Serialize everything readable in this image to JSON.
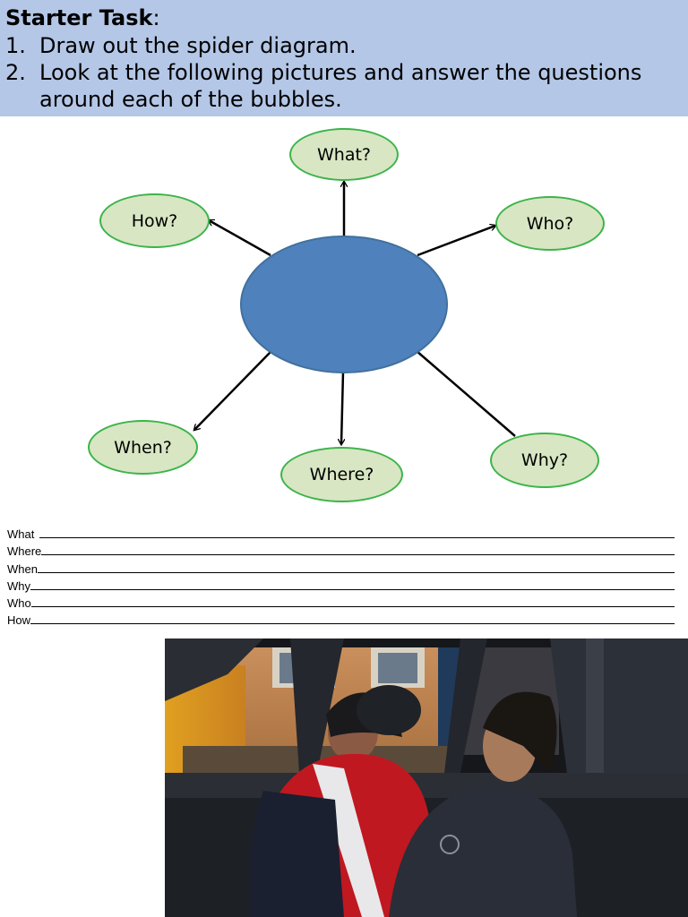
{
  "header": {
    "title": "Starter Task",
    "title_suffix": ":",
    "items": [
      {
        "num": "1.",
        "text": "Draw out the spider diagram."
      },
      {
        "num": "2.",
        "text": "Look at the following pictures and answer the questions"
      },
      {
        "num": "",
        "text": "around each of the bubbles."
      }
    ]
  },
  "diagram": {
    "bubbles": {
      "what": "What?",
      "who": "Who?",
      "how": "How?",
      "when": "When?",
      "where": "Where?",
      "why": "Why?"
    }
  },
  "answer_lines": [
    "What",
    "Where",
    "When",
    "Why",
    "Who",
    "How"
  ],
  "colors": {
    "header_bg": "#b4c7e7",
    "center_fill": "#4f81bd",
    "bubble_fill": "#d8e6c3",
    "bubble_border": "#3cb44b"
  }
}
